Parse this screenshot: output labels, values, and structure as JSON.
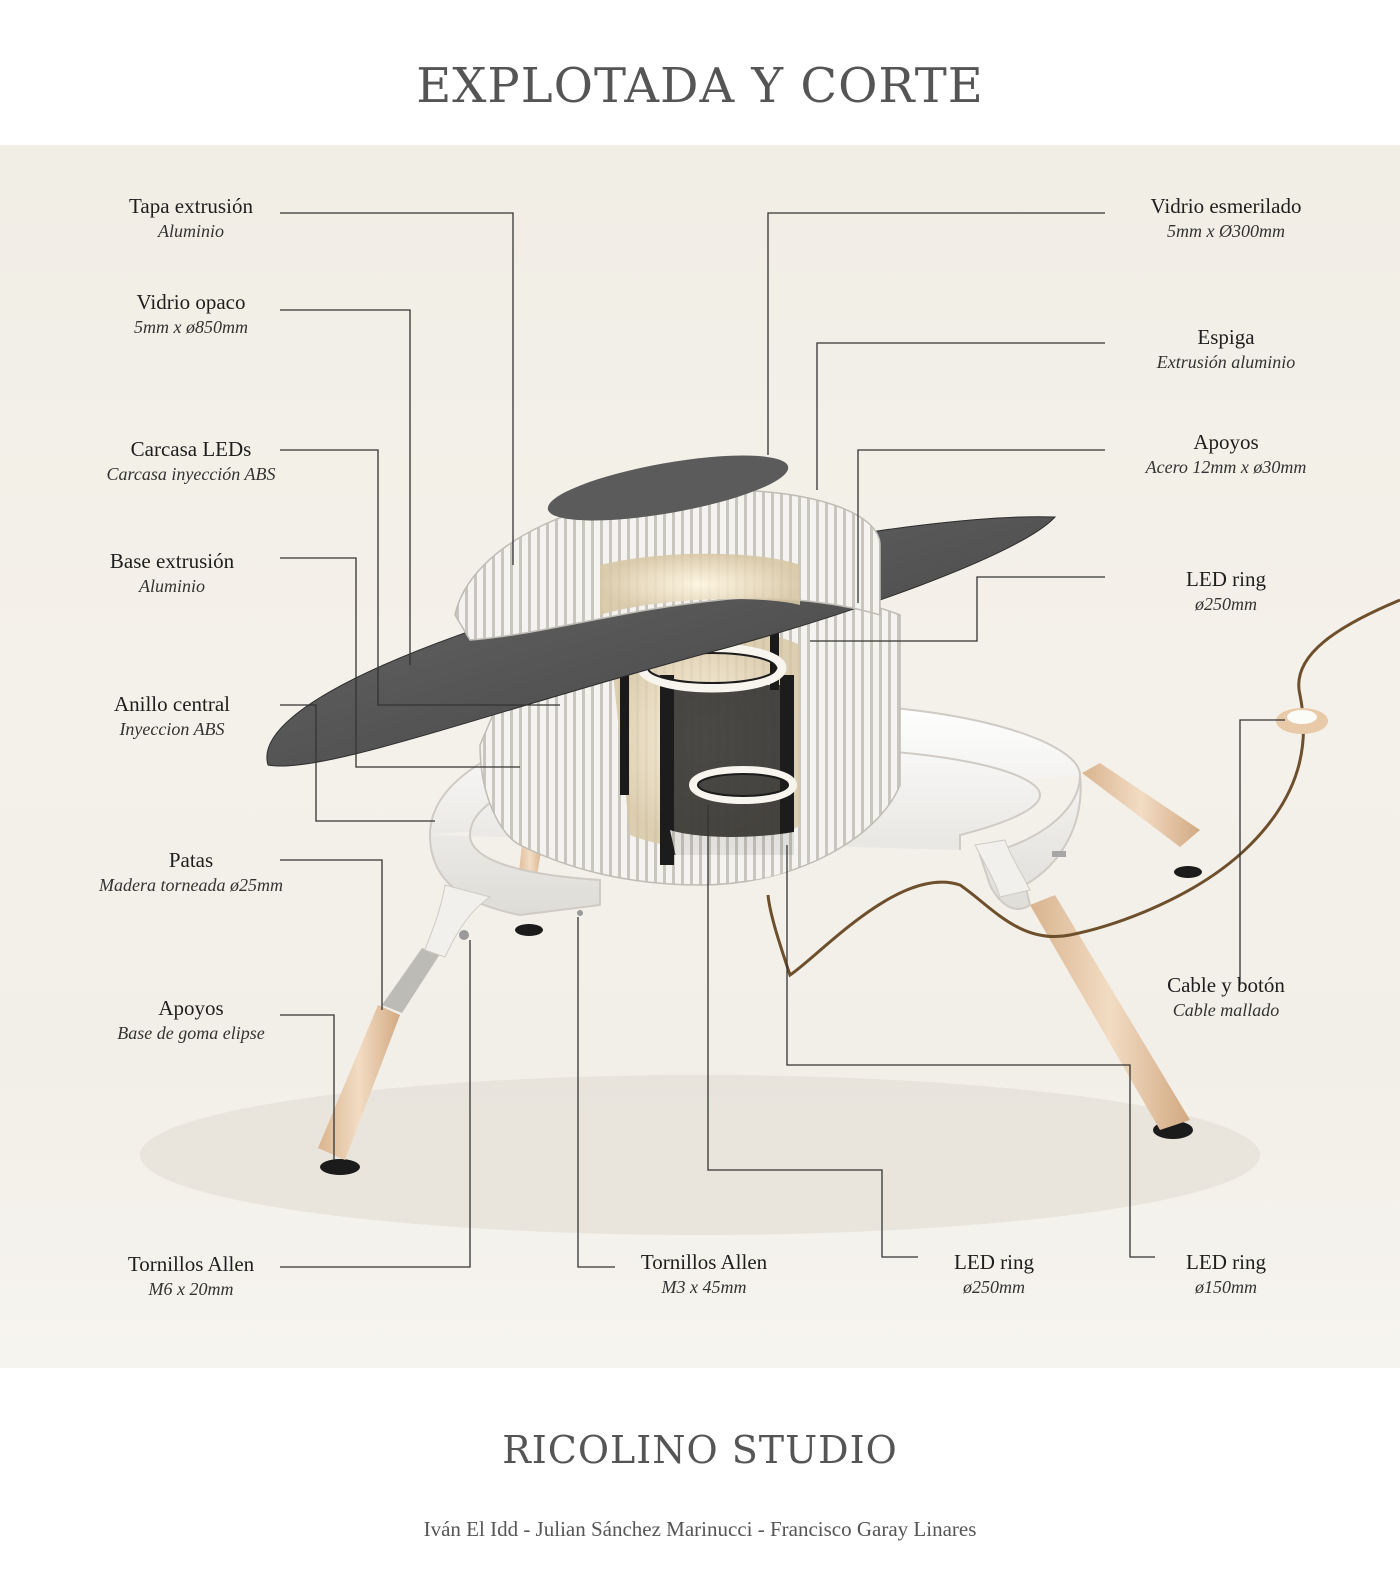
{
  "title": "EXPLOTADA Y CORTE",
  "labels": {
    "tapa": {
      "name": "Tapa extrusión",
      "spec": "Aluminio"
    },
    "vidrio_opaco": {
      "name": "Vidrio opaco",
      "spec": "5mm x  ø850mm"
    },
    "carcasa": {
      "name": "Carcasa LEDs",
      "spec": "Carcasa inyección ABS"
    },
    "base": {
      "name": "Base extrusión",
      "spec": "Aluminio"
    },
    "anillo": {
      "name": "Anillo central",
      "spec": "Inyeccion ABS"
    },
    "patas": {
      "name": "Patas",
      "spec": "Madera torneada ø25mm"
    },
    "apoyos_left": {
      "name": "Apoyos",
      "spec": "Base de goma elipse"
    },
    "tornillos_m6": {
      "name": "Tornillos Allen",
      "spec": "M6 x 20mm"
    },
    "tornillos_m3": {
      "name": "Tornillos Allen",
      "spec": "M3 x 45mm"
    },
    "led_250_bottom": {
      "name": "LED ring",
      "spec": "ø250mm"
    },
    "led_150": {
      "name": "LED ring",
      "spec": "ø150mm"
    },
    "vidrio_esmerilado": {
      "name": "Vidrio esmerilado",
      "spec": "5mm x Ø300mm"
    },
    "espiga": {
      "name": "Espiga",
      "spec": "Extrusión aluminio"
    },
    "apoyos_right": {
      "name": "Apoyos",
      "spec": "Acero 12mm x ø30mm"
    },
    "led_250_right": {
      "name": "LED ring",
      "spec": "ø250mm"
    },
    "cable": {
      "name": "Cable y botón",
      "spec": "Cable mallado"
    }
  },
  "footer": {
    "studio": "RICOLINO STUDIO",
    "authors": "Iván El Idd - Julian Sánchez Marinucci - Francisco Garay Linares"
  },
  "colors": {
    "background": "#f2efe8",
    "glass": "#555555",
    "wood": "#e8c9a8",
    "housing": "#f7f7f5",
    "leader": "#333333"
  }
}
